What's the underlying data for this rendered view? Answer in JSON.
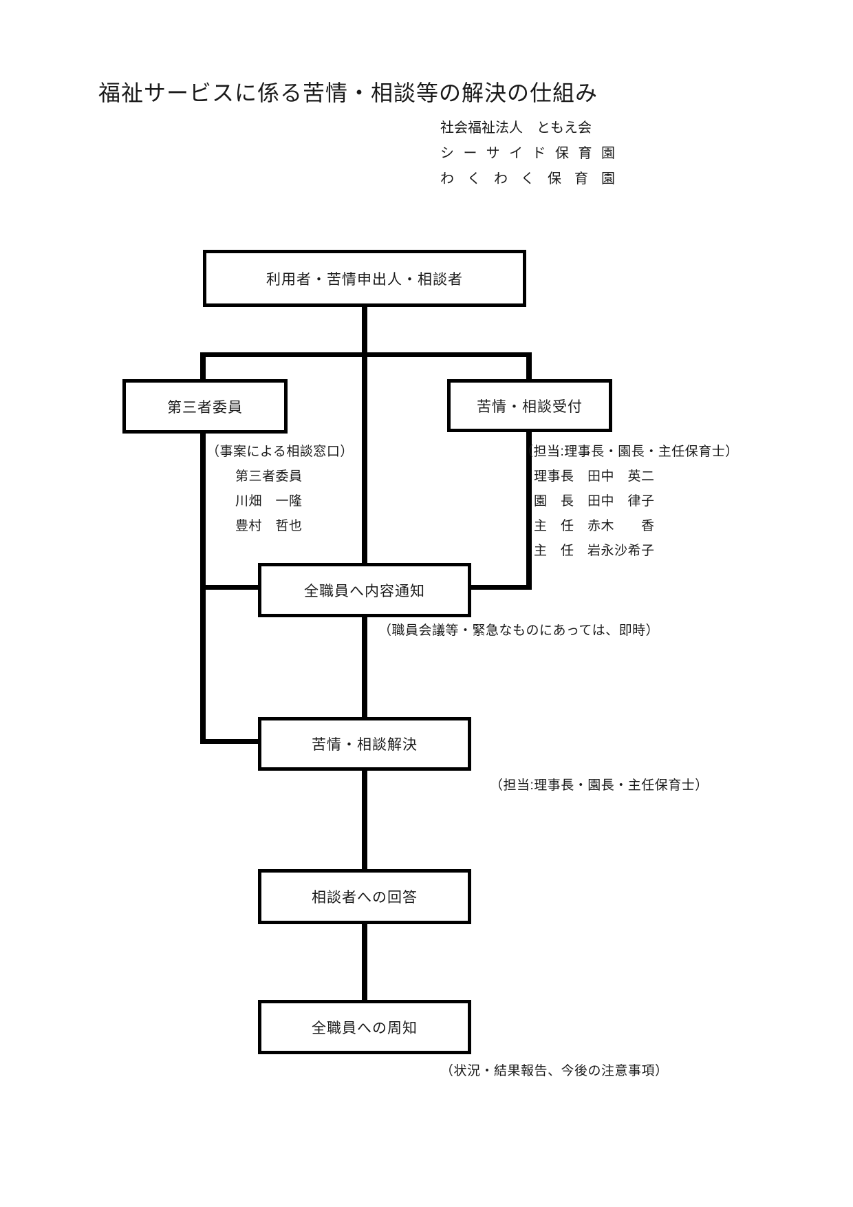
{
  "page": {
    "title": "福祉サービスに係る苦情・相談等の解決の仕組み",
    "organization": {
      "corporate": "社会福祉法人　ともえ会",
      "facility1": "シーサイド保育園",
      "facility2": "わくわく保育園"
    }
  },
  "flowchart": {
    "boxes": {
      "user": "利用者・苦情申出人・相談者",
      "third_party": "第三者委員",
      "reception": "苦情・相談受付",
      "notify": "全職員へ内容通知",
      "resolve": "苦情・相談解決",
      "reply": "相談者への回答",
      "inform": "全職員への周知"
    },
    "annotations": {
      "third_party_note": "（事案による相談窓口）",
      "third_party_members": [
        "第三者委員",
        "川畑　一隆",
        "豊村　哲也"
      ],
      "reception_note": "（担当:理事長・園長・主任保育士）",
      "reception_staff": [
        "理事長　田中　英二",
        "園　長　田中　律子",
        "主　任　赤木　　香",
        "主　任　岩永沙希子"
      ],
      "notify_note": "（職員会議等・緊急なものにあっては、即時）",
      "resolve_note": "（担当:理事長・園長・主任保育士）",
      "inform_note": "（状況・結果報告、今後の注意事項）"
    },
    "colors": {
      "line": "#000000",
      "box_border": "#000000",
      "box_fill": "#ffffff",
      "background": "#ffffff"
    }
  }
}
